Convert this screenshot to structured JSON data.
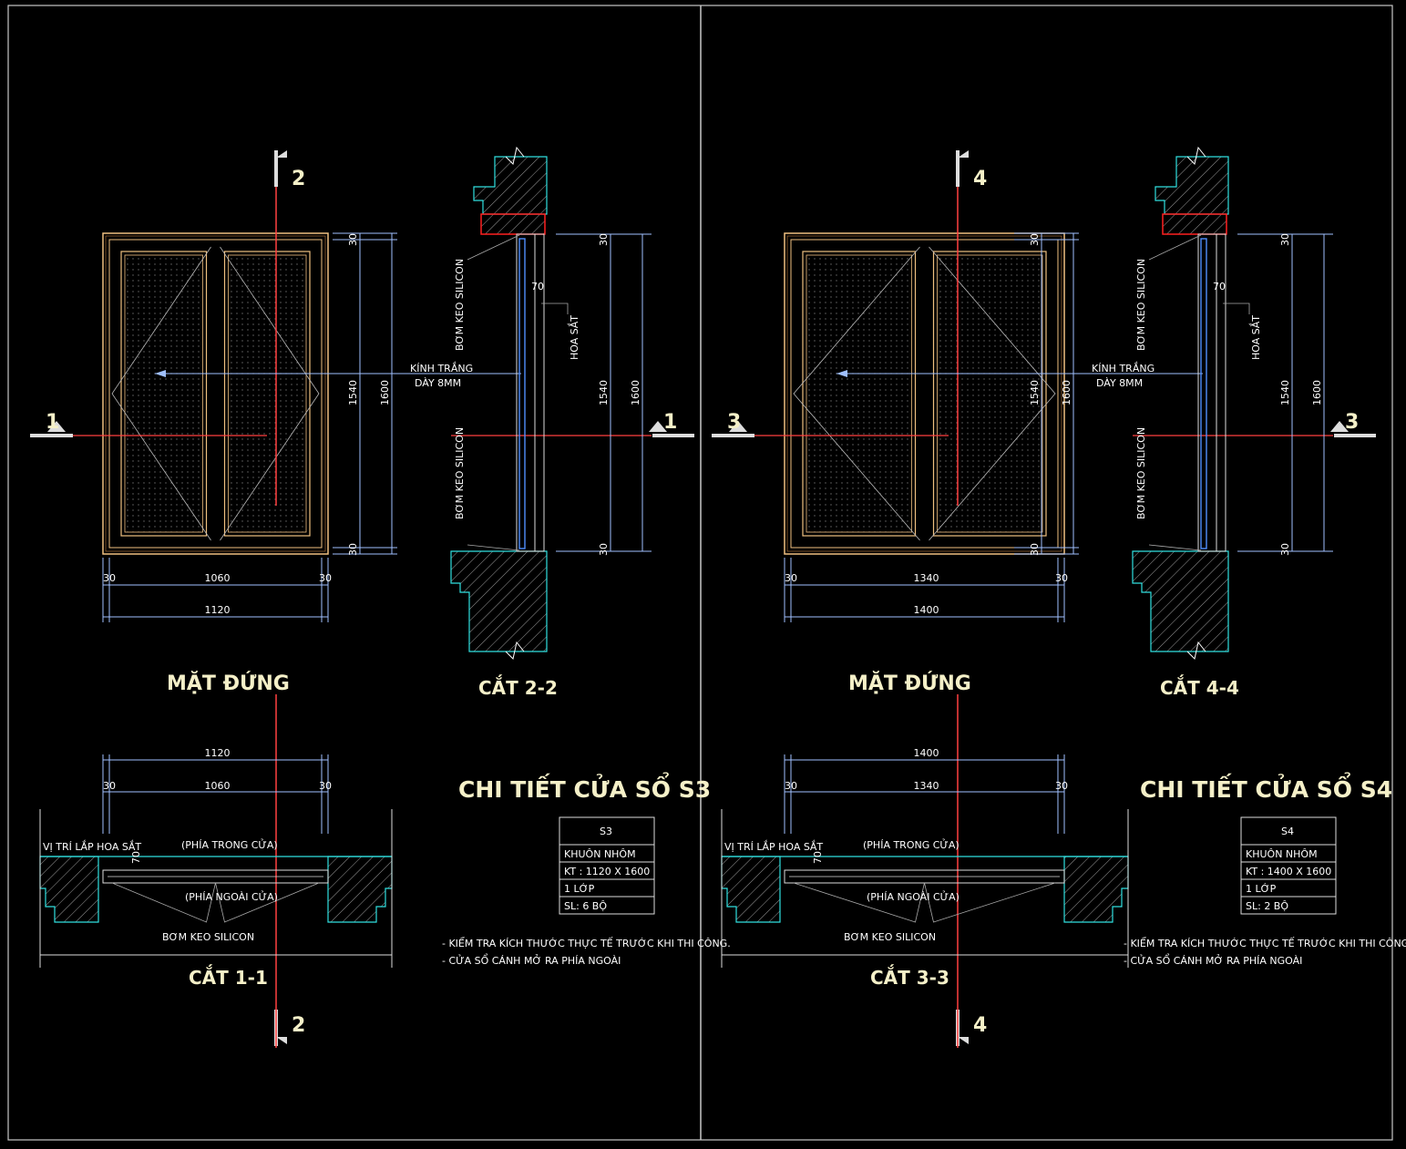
{
  "colors": {
    "background": "#000000",
    "frame": "#c8c8c8",
    "window_frame": "#f0c080",
    "dimension": "#a0c0ff",
    "section_line": "#ff4040",
    "wall_cyan": "#30e0e0",
    "title": "#f5f0c8",
    "highlight_red": "#ff2020"
  },
  "panels": [
    {
      "id": "s3",
      "section_marker_v": "2",
      "section_marker_h": "1",
      "elev_title": "MẶT ĐỨNG",
      "section_v_title": "CẮT 2-2",
      "section_h_title": "CẮT 1-1",
      "detail_title": "CHI TIẾT CỬA SỔ S3",
      "dims": {
        "frame_w": "1120",
        "glass_w": "1060",
        "border": "30",
        "frame_h": "1600",
        "glass_h": "1540",
        "offset_70": "70"
      },
      "labels": {
        "glass": "KÍNH TRẮNG",
        "glass_thickness": "DÀY 8MM",
        "silicone_top": "BƠM KEO SILICON",
        "silicone_bottom": "BƠM KEO SILICON",
        "iron": "HOA SẮT",
        "iron_position": "VỊ TRÍ LẮP HOA SẮT",
        "inside": "(PHÍA TRONG CỬA)",
        "outside": "(PHÍA NGOÀI CỬA)",
        "silicone_plan": "BƠM KEO SILICON"
      },
      "spec_table": [
        "S3",
        "KHUÔN NHÔM",
        "KT : 1120 X 1600",
        "1 LỚP",
        "SL: 6 BỘ"
      ],
      "notes": [
        "- KIỂM TRA KÍCH THƯỚC THỰC TẾ TRƯỚC KHI THI CÔNG.",
        "- CỬA SỔ CÁNH MỞ RA PHÍA NGOÀI"
      ]
    },
    {
      "id": "s4",
      "section_marker_v": "4",
      "section_marker_h": "3",
      "elev_title": "MẶT ĐỨNG",
      "section_v_title": "CẮT 4-4",
      "section_h_title": "CẮT 3-3",
      "detail_title": "CHI TIẾT CỬA SỔ S4",
      "dims": {
        "frame_w": "1400",
        "glass_w": "1340",
        "border": "30",
        "frame_h": "1600",
        "glass_h": "1540",
        "offset_70": "70"
      },
      "labels": {
        "glass": "KÍNH TRẮNG",
        "glass_thickness": "DÀY 8MM",
        "silicone_top": "BƠM KEO SILICON",
        "silicone_bottom": "BƠM KEO SILICON",
        "iron": "HOA SẮT",
        "iron_position": "VỊ TRÍ LẮP HOA SẮT",
        "inside": "(PHÍA TRONG CỬA)",
        "outside": "(PHÍA NGOÀI CỬA)",
        "silicone_plan": "BƠM KEO SILICON"
      },
      "spec_table": [
        "S4",
        "KHUÔN NHÔM",
        "KT : 1400 X 1600",
        "1 LỚP",
        "SL: 2 BỘ"
      ],
      "notes": [
        "- KIỂM TRA KÍCH THƯỚC THỰC TẾ TRƯỚC KHI THI CÔNG.",
        "- CỬA SỔ CÁNH MỞ RA PHÍA NGOÀI"
      ]
    }
  ]
}
